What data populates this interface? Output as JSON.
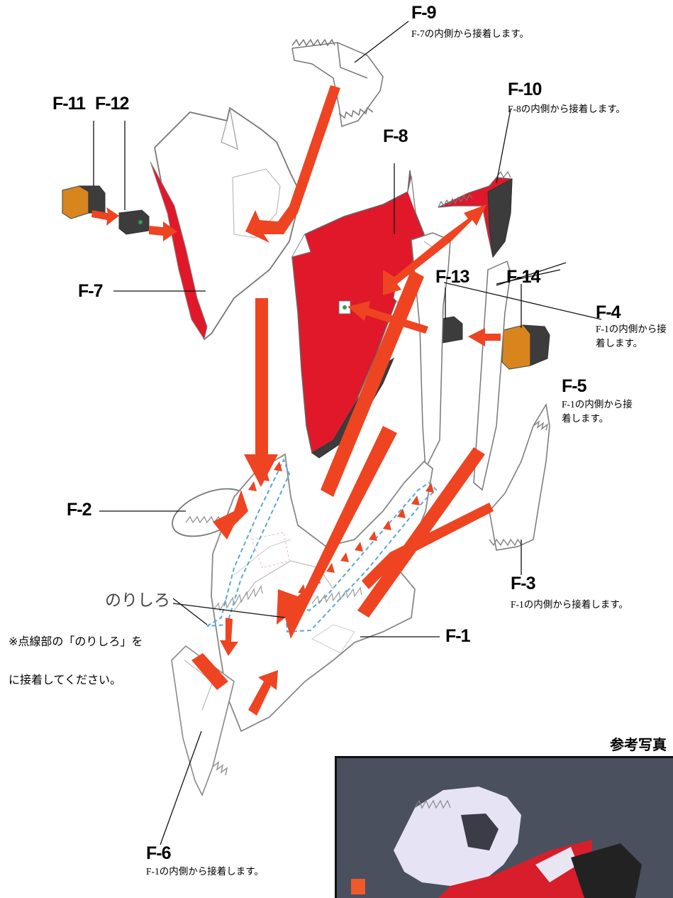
{
  "parts": {
    "f9": {
      "label": "F-9",
      "note": "F-7の内側から接着します。"
    },
    "f10": {
      "label": "F-10",
      "note": "F-8の内側から接着します。"
    },
    "f11": {
      "label": "F-11"
    },
    "f12": {
      "label": "F-12"
    },
    "f8": {
      "label": "F-8"
    },
    "f7": {
      "label": "F-7"
    },
    "f13": {
      "label": "F-13"
    },
    "f14": {
      "label": "F-14"
    },
    "f4": {
      "label": "F-4",
      "note": "F-1の内側から接着します。"
    },
    "f5": {
      "label": "F-5",
      "note": "F-1の内側から接着します。"
    },
    "f2": {
      "label": "F-2"
    },
    "f3": {
      "label": "F-3",
      "note": "F-1の内側から接着します。"
    },
    "f1": {
      "label": "F-1"
    },
    "f6": {
      "label": "F-6",
      "note": "F-1の内側から接着します。"
    }
  },
  "norishiro_label": "のりしろ",
  "instruction_line1": "※点線部の「のりしろ」を",
  "instruction_line2": "に接着してください。",
  "reference_title": "参考写真",
  "colors": {
    "arrow": "#ee4422",
    "red_part": "#e0182a",
    "dark_part": "#3c3c3c",
    "orange_part": "#d9851e",
    "dashed": "#5aa7d8"
  }
}
